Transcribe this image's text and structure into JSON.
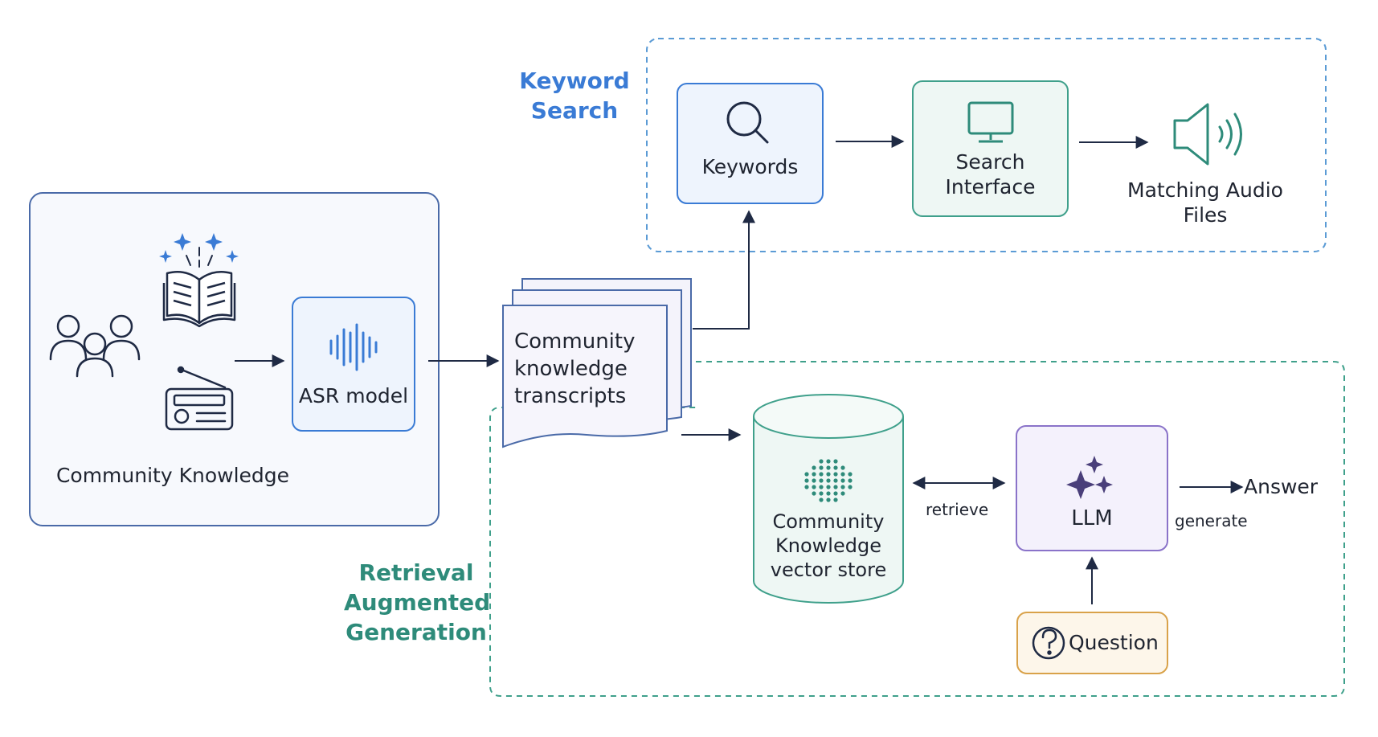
{
  "sections": {
    "keyword_search": {
      "title_lines": [
        "Keyword",
        "Search"
      ],
      "color": "#3a7bd5"
    },
    "rag": {
      "title_lines": [
        "Retrieval",
        "Augmented",
        "Generation"
      ],
      "color": "#2e8b7a"
    }
  },
  "nodes": {
    "community_knowledge": {
      "label": "Community Knowledge"
    },
    "asr_model": {
      "label": "ASR model"
    },
    "transcripts": {
      "label_lines": [
        "Community",
        "knowledge",
        "transcripts"
      ]
    },
    "keywords": {
      "label": "Keywords"
    },
    "search_interface": {
      "label_lines": [
        "Search",
        "Interface"
      ]
    },
    "matching_audio": {
      "label_lines": [
        "Matching Audio",
        "Files"
      ]
    },
    "vector_store": {
      "label_lines": [
        "Community",
        "Knowledge",
        "vector store"
      ]
    },
    "llm": {
      "label": "LLM"
    },
    "question": {
      "label": "Question"
    },
    "answer": {
      "label": "Answer"
    }
  },
  "edges": {
    "retrieve": "retrieve",
    "generate": "generate"
  },
  "icons": {
    "people": "people-group-icon",
    "book": "open-book-icon",
    "radio": "radio-icon",
    "waveform": "audio-waveform-icon",
    "search": "magnifier-icon",
    "monitor": "monitor-icon",
    "speaker": "speaker-icon",
    "dots": "embedding-dots-icon",
    "sparkles": "sparkles-icon",
    "question": "question-circle-icon"
  },
  "colors": {
    "blue": "#3a7bd5",
    "teal": "#2e8b7a",
    "purple": "#8a73c9",
    "orange": "#d9a24a",
    "navy": "#1f2a44"
  }
}
